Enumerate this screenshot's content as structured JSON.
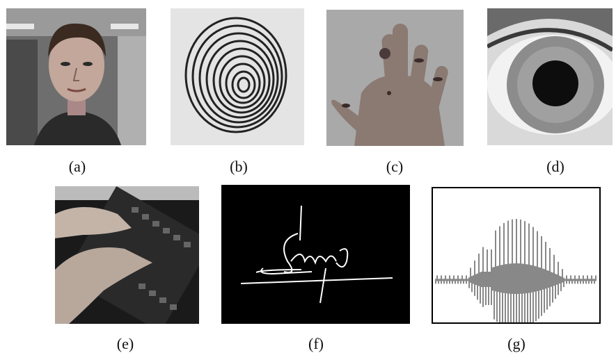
{
  "figure": {
    "panels": [
      {
        "id": "a",
        "caption": "(a)",
        "depicts": "face-photo"
      },
      {
        "id": "b",
        "caption": "(b)",
        "depicts": "fingerprint"
      },
      {
        "id": "c",
        "caption": "(c)",
        "depicts": "hand-geometry"
      },
      {
        "id": "d",
        "caption": "(d)",
        "depicts": "iris"
      },
      {
        "id": "e",
        "caption": "(e)",
        "depicts": "keystroke-typing"
      },
      {
        "id": "f",
        "caption": "(f)",
        "depicts": "signature"
      },
      {
        "id": "g",
        "caption": "(g)",
        "depicts": "voice-waveform"
      }
    ]
  },
  "colors": {
    "background": "#ffffff",
    "photo_gray": "#8a8a8a",
    "signature_bg": "#000000",
    "signature_ink": "#ffffff",
    "waveform_ink": "#111111"
  }
}
